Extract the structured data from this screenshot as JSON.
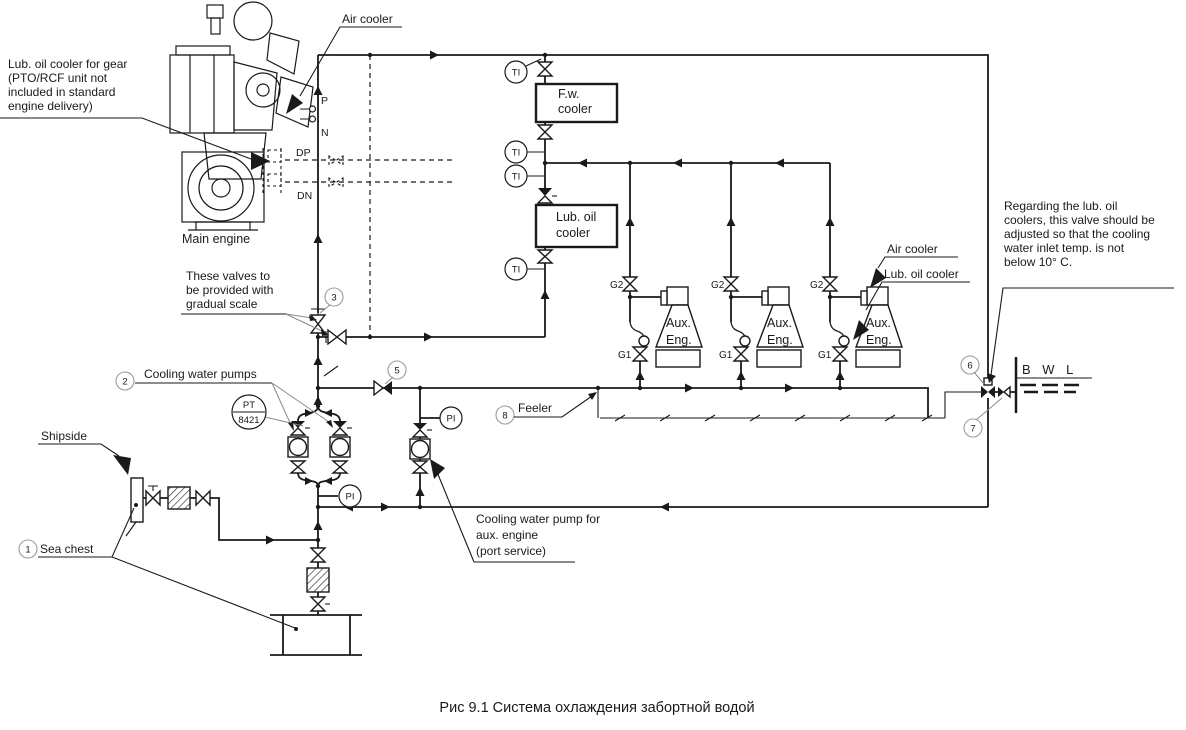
{
  "caption": "Рис 9.1 Система охлаждения забортной водой",
  "colors": {
    "line": "#1a1a1a",
    "leader": "#8a8a8a"
  },
  "equipment": {
    "fw_cooler": {
      "line1": "F.w.",
      "line2": "cooler"
    },
    "lub_oil_cooler": {
      "line1": "Lub. oil",
      "line2": "cooler"
    },
    "aux_engine": {
      "line1": "Aux.",
      "line2": "Eng."
    },
    "main_engine": "Main engine",
    "air_cooler": "Air cooler",
    "aux_air_cooler": "Air cooler",
    "aux_lub_oil_cooler": "Lub. oil cooler",
    "shipside": "Shipside",
    "sea_chest": "Sea chest",
    "feeler": "Feeler",
    "cooling_water_pumps": "Cooling water pumps",
    "bwl": "B W L"
  },
  "connections": {
    "p": "P",
    "n": "N",
    "dp": "DP",
    "dn": "DN",
    "g1": "G1",
    "g2": "G2"
  },
  "instruments": {
    "ti": "TI",
    "pi": "PI",
    "pt": "PT",
    "pt_tag": "8421"
  },
  "callouts": {
    "n1": "1",
    "n2": "2",
    "n3": "3",
    "n5": "5",
    "n6": "6",
    "n7": "7",
    "n8": "8"
  },
  "notes": {
    "gear_cooler": [
      "Lub. oil cooler for gear",
      "(PTO/RCF unit not",
      "included in standard",
      "engine delivery)"
    ],
    "gradual_scale": [
      "These valves to",
      "be provided with",
      "gradual scale"
    ],
    "port_pump": [
      "Cooling water pump for",
      "aux. engine",
      "(port service)"
    ],
    "inlet_temp": [
      "Regarding the lub. oil",
      "coolers, this valve should be",
      "adjusted so that the cooling",
      "water inlet temp. is not",
      "below 10° C."
    ]
  }
}
